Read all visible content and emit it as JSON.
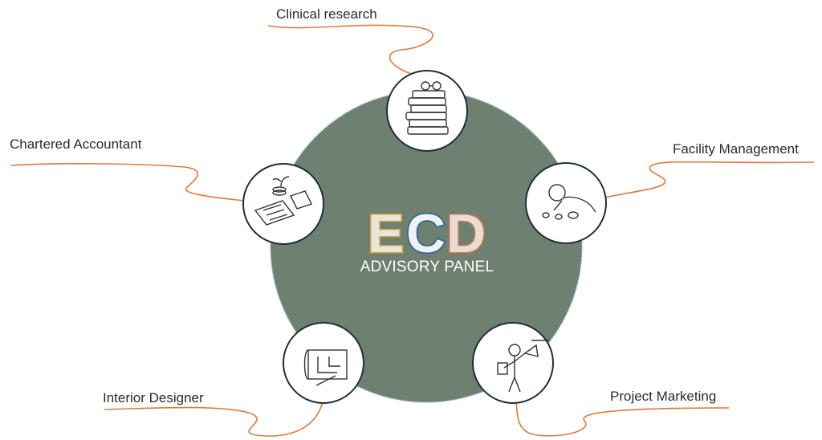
{
  "title": {
    "letters": [
      "E",
      "C",
      "D"
    ],
    "subtitle": "ADVISORY PANEL"
  },
  "colors": {
    "hub": "#6e8070",
    "hub_stroke": "#8fb3c6",
    "connector": "#e07a3a",
    "node_stroke": "#1f2d3a",
    "letter_e_fill": "#e9e5da",
    "letter_e_stroke": "#d4a23a",
    "letter_c_fill": "#f1f1f1",
    "letter_c_stroke": "#1f5fa0",
    "letter_d_fill": "#e8dcd4",
    "letter_d_stroke": "#d07a48"
  },
  "members": [
    {
      "label": "Clinical research",
      "icon": "book-stack-icon"
    },
    {
      "label": "Facility Management",
      "icon": "crawling-baby-icon"
    },
    {
      "label": "Project Marketing",
      "icon": "megaphone-person-icon"
    },
    {
      "label": "Interior Designer",
      "icon": "blueprint-icon"
    },
    {
      "label": "Chartered Accountant",
      "icon": "calculator-coins-icon"
    }
  ]
}
